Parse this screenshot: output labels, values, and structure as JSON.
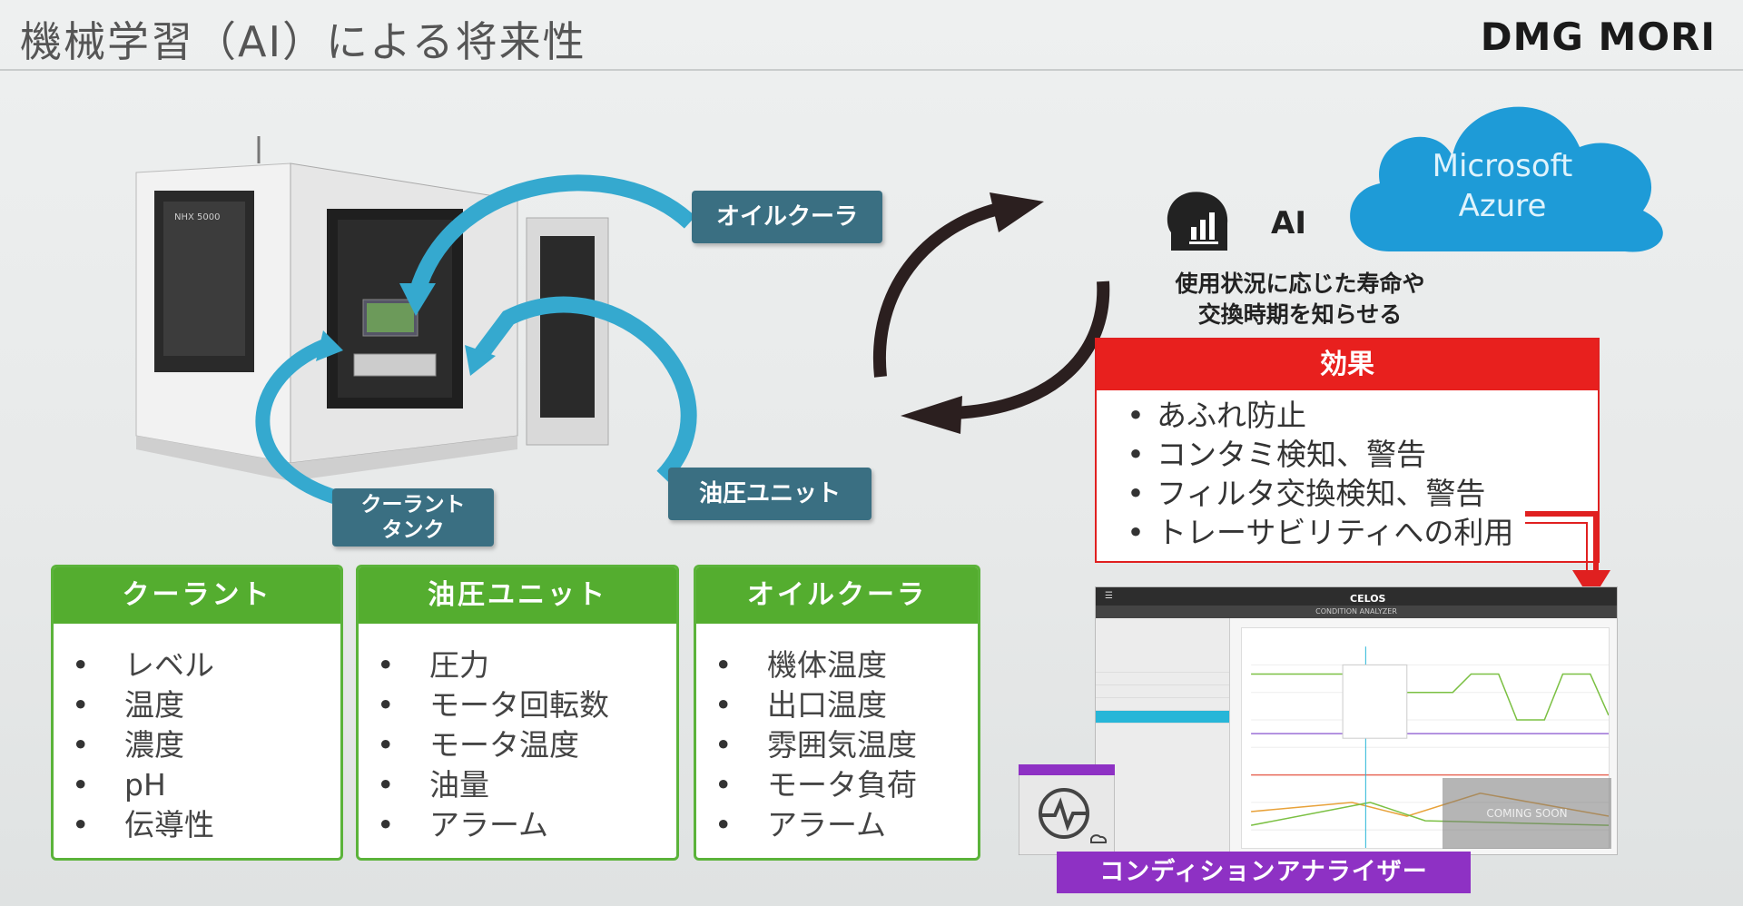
{
  "header": {
    "title": "機械学習（AI）による将来性",
    "brand": "DMG MORI"
  },
  "machine": {
    "model_label": "NHX 5000"
  },
  "callouts": {
    "oil_cooler": "オイルクーラ",
    "hydraulic_unit": "油圧ユニット",
    "coolant_tank_line1": "クーラント",
    "coolant_tank_line2": "タンク"
  },
  "ai": {
    "label": "AI",
    "desc_line1": "使用状況に応じた寿命や",
    "desc_line2": "交換時期を知らせる"
  },
  "cloud": {
    "line1": "Microsoft",
    "line2": "Azure"
  },
  "effect": {
    "title": "効果",
    "items": [
      "あふれ防止",
      "コンタミ検知、警告",
      "フィルタ交換検知、警告",
      "トレーサビリティへの利用"
    ]
  },
  "cards": [
    {
      "title": "クーラント",
      "items": [
        "レベル",
        "温度",
        "濃度",
        "pH",
        "伝導性"
      ]
    },
    {
      "title": "油圧ユニット",
      "items": [
        "圧力",
        "モータ回転数",
        "モータ温度",
        "油量",
        "アラーム"
      ]
    },
    {
      "title": "オイルクーラ",
      "items": [
        "機体温度",
        "出口温度",
        "雰囲気温度",
        "モータ負荷",
        "アラーム"
      ]
    }
  ],
  "analyzer": {
    "app_logo": "CELOS",
    "subtitle": "CONDITION ANALYZER",
    "coming_soon": "COMING SOON",
    "label": "コンディションアナライザー"
  },
  "colors": {
    "callout": "#3a6f82",
    "green": "#54ad2f",
    "red": "#e8201e",
    "purple": "#8e31c4",
    "cloud": "#1e9bd7",
    "arrow_blue": "#35a9cf"
  }
}
